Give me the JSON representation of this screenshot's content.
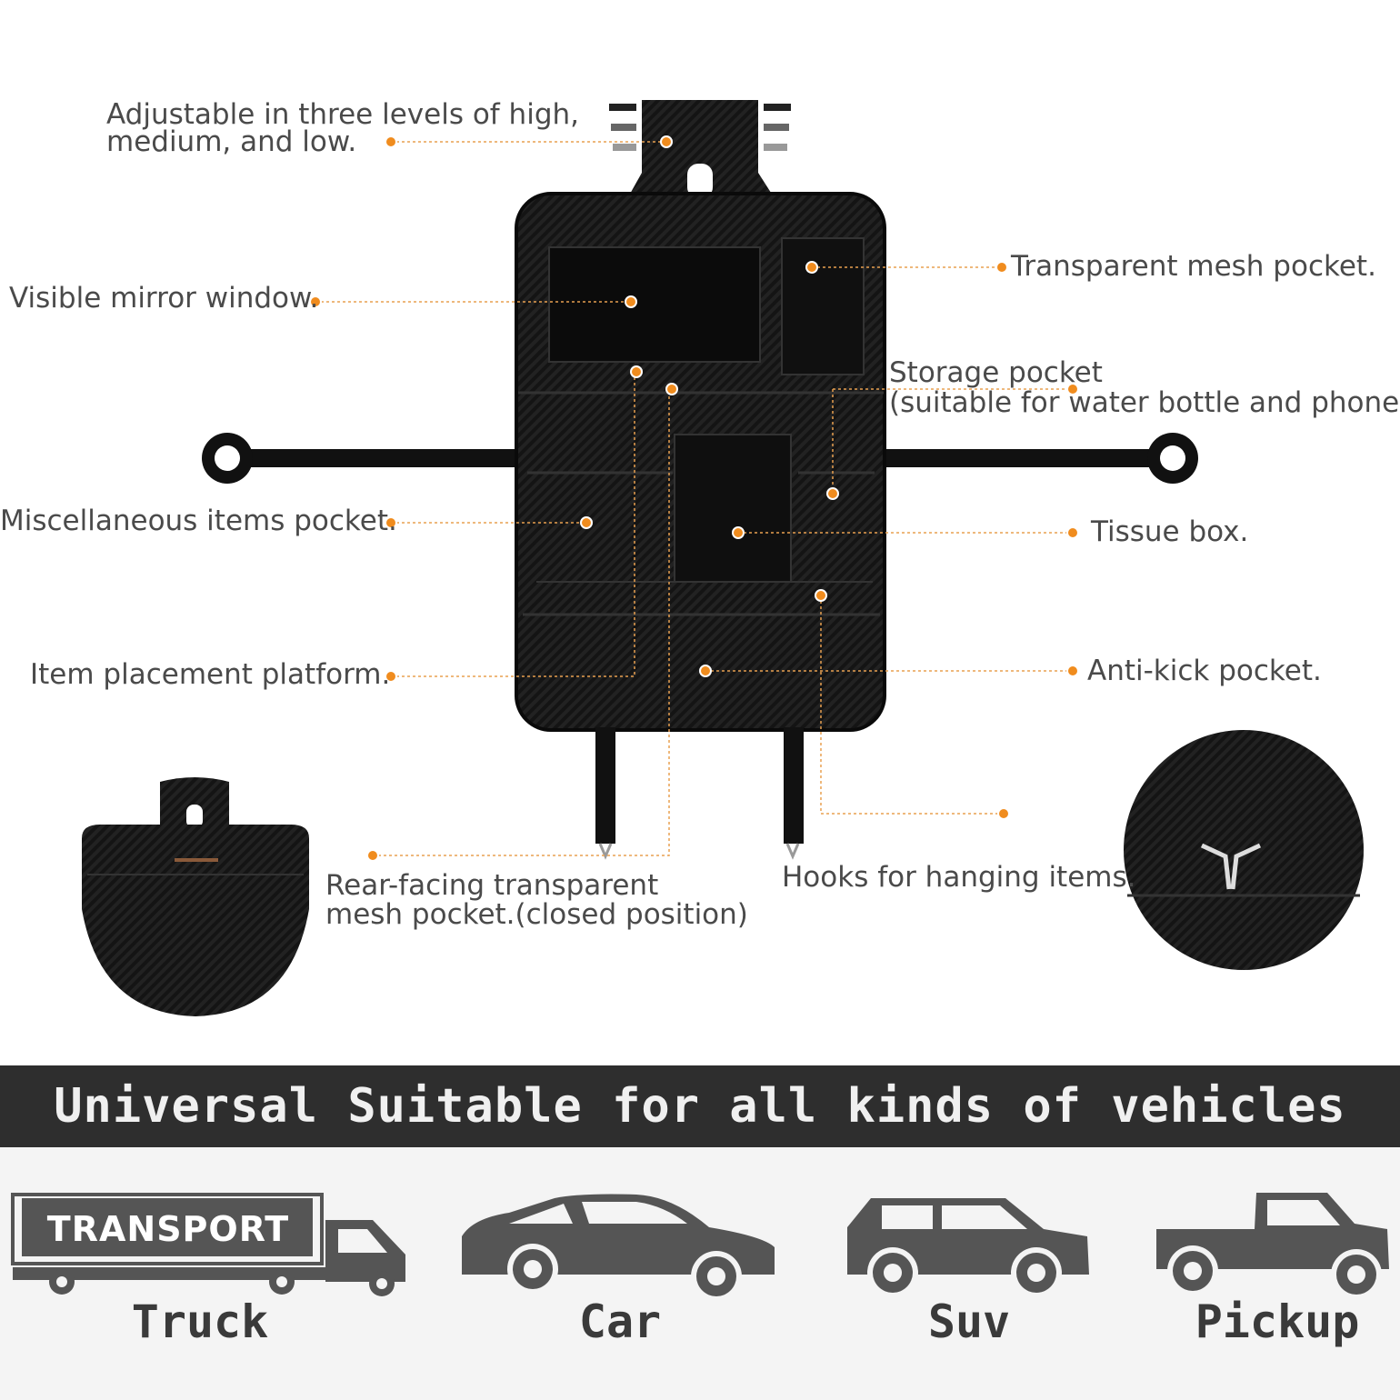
{
  "callouts": {
    "adjustable_line1": "Adjustable in three levels of high,",
    "adjustable_line2": "medium, and low.",
    "mirror_window": "Visible mirror window.",
    "misc_pocket": "Miscellaneous items pocket.",
    "platform": "Item placement platform.",
    "rear_mesh_line1": "Rear-facing transparent",
    "rear_mesh_line2": "mesh pocket.(closed position)",
    "transparent_mesh": "Transparent mesh pocket.",
    "storage_line1": "Storage pocket",
    "storage_line2": "(suitable for water bottle and phone).",
    "tissue_box": "Tissue box.",
    "anti_kick": "Anti-kick pocket.",
    "hooks": "Hooks for hanging items."
  },
  "banner": {
    "title": "Universal Suitable for all kinds of vehicles"
  },
  "vehicles": {
    "truck_sign": "TRANSPORT",
    "truck": "Truck",
    "car": "Car",
    "suv": "Suv",
    "pickup": "Pickup"
  },
  "colors": {
    "dot": "#f08c1e",
    "leader": "#e8a050",
    "organizer": "#141414",
    "banner": "#2e2e2e",
    "vehicle": "#555555",
    "text": "#4a4a4a"
  }
}
